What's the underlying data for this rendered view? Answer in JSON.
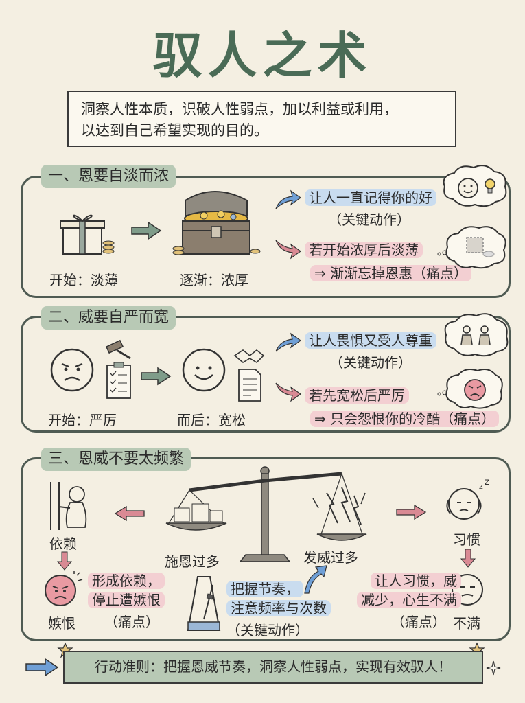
{
  "title": "驭人之术",
  "intro": {
    "line1": "洞察人性本质，识破人性弱点，加以利益或利用，",
    "line2": "以达到自己希望实现的目的。"
  },
  "section1": {
    "heading": "一、恩要自淡而浓",
    "start_label": "开始：淡薄",
    "then_label": "逐渐：浓厚",
    "good_outcome": "让人一直记得你的好",
    "good_note": "（关键动作）",
    "bad_outcome": "若开始浓厚后淡薄",
    "bad_result": "⇒ 渐渐忘掉恩惠（痛点）"
  },
  "section2": {
    "heading": "二、威要自严而宽",
    "start_label": "开始：严厉",
    "then_label": "而后：宽松",
    "good_outcome": "让人畏惧又受人尊重",
    "good_note": "（关键动作）",
    "bad_outcome": "若先宽松后严厉",
    "bad_result": "⇒ 只会怨恨你的冷酷（痛点）"
  },
  "section3": {
    "heading": "三、恩威不要太频繁",
    "dependence": "依赖",
    "jealousy": "嫉恨",
    "dep_result_line1": "形成依赖，",
    "dep_result_line2": "停止遭嫉恨",
    "dep_note": "（痛点）",
    "too_much_grace": "施恩过多",
    "too_much_power": "发威过多",
    "rhythm_line1": "把握节奏，",
    "rhythm_line2": "注意频率与次数",
    "rhythm_note": "（关键动作）",
    "habit": "习惯",
    "dissatisfied": "不满",
    "habit_result_line1": "让人习惯，威",
    "habit_result_line2": "减少，心生不满",
    "habit_note": "（痛点）"
  },
  "footer": "行动准则：把握恩威节奏，洞察人性弱点，实现有效驭人！",
  "colors": {
    "title": "#4a6b56",
    "section_label": "#b8c9b5",
    "highlight_blue": "#c9dcef",
    "highlight_pink": "#f3cfd2",
    "arrow_blue": "#6f9fd6",
    "arrow_pink": "#d98a94",
    "arrow_green": "#7f9c8a",
    "border": "#4f5b53"
  }
}
